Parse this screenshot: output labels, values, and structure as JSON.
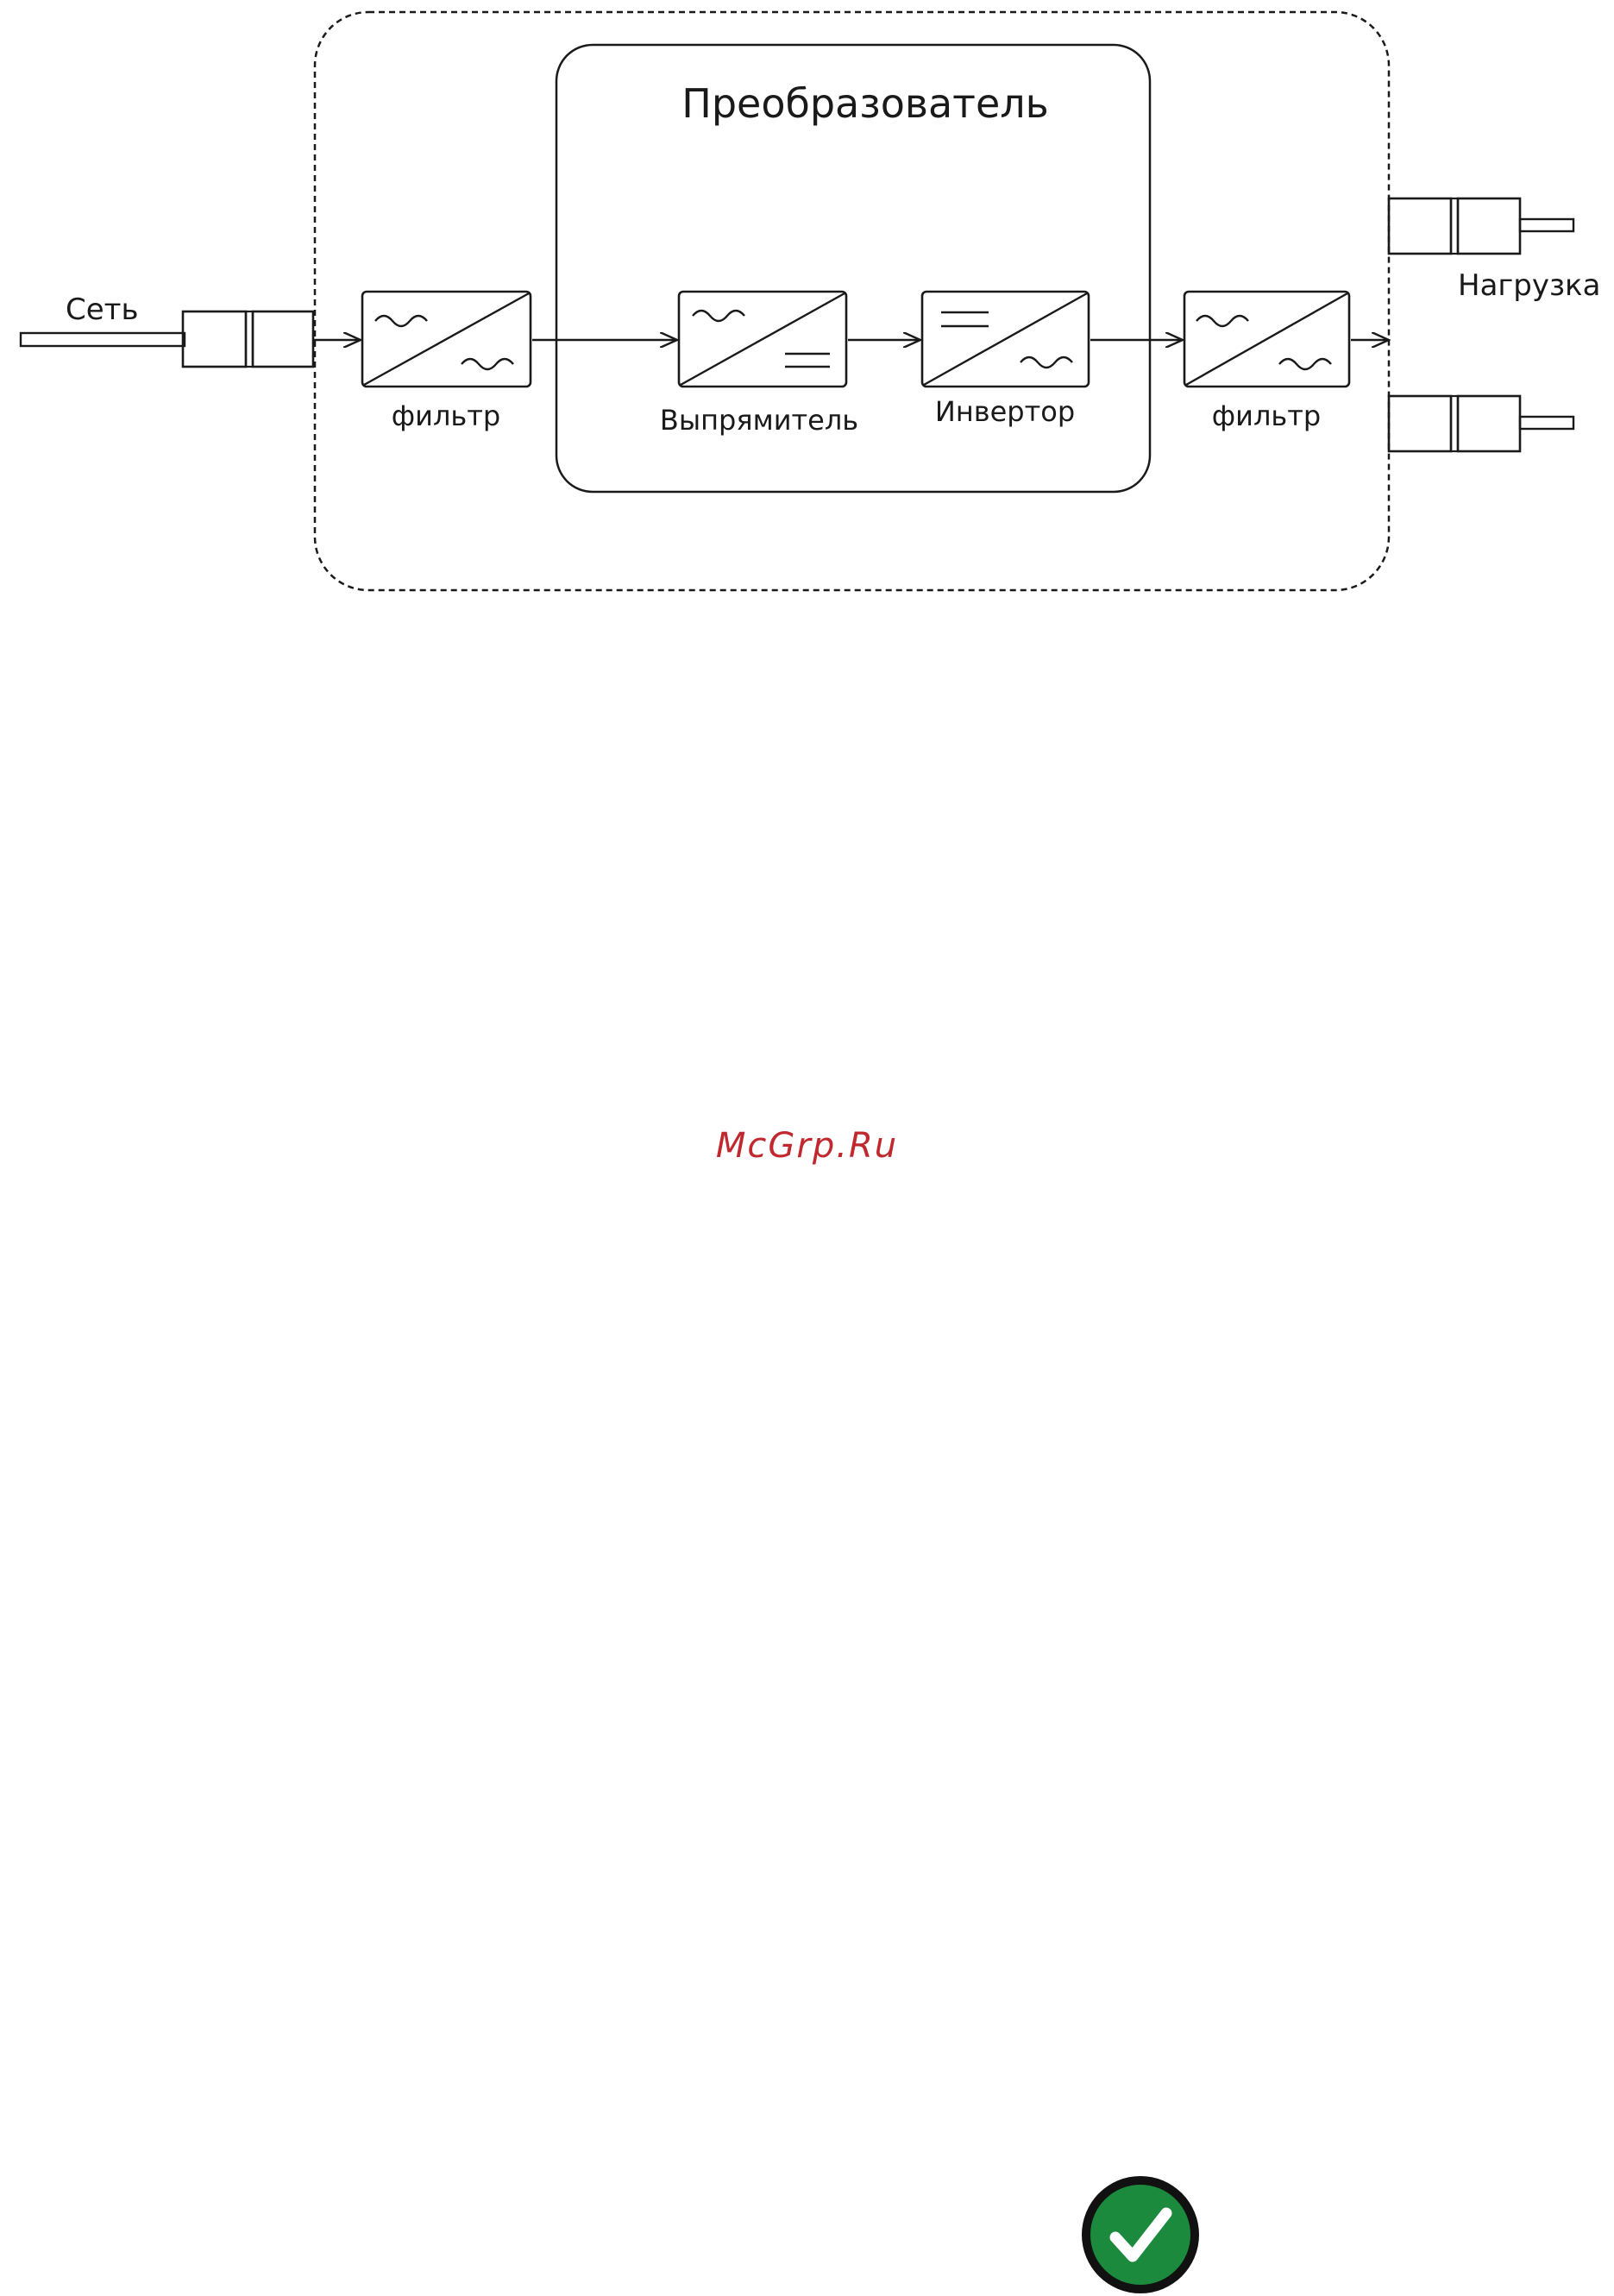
{
  "diagram": {
    "converter_title": "Преобразователь",
    "input_label": "Сеть",
    "output_label": "Нагрузка",
    "blocks": [
      {
        "id": "input-filter",
        "label": "фильтр",
        "kind": "ac-ac"
      },
      {
        "id": "rectifier",
        "label": "Выпрямитель",
        "kind": "ac-dc"
      },
      {
        "id": "inverter",
        "label": "Инвертор",
        "kind": "dc-ac"
      },
      {
        "id": "output-filter",
        "label": "фильтр",
        "kind": "ac-ac"
      }
    ],
    "connectors": {
      "input": 1,
      "output": 2
    }
  },
  "watermark": "McGrp.Ru",
  "badge": {
    "icon": "check-icon",
    "color": "#1b8a3d"
  }
}
